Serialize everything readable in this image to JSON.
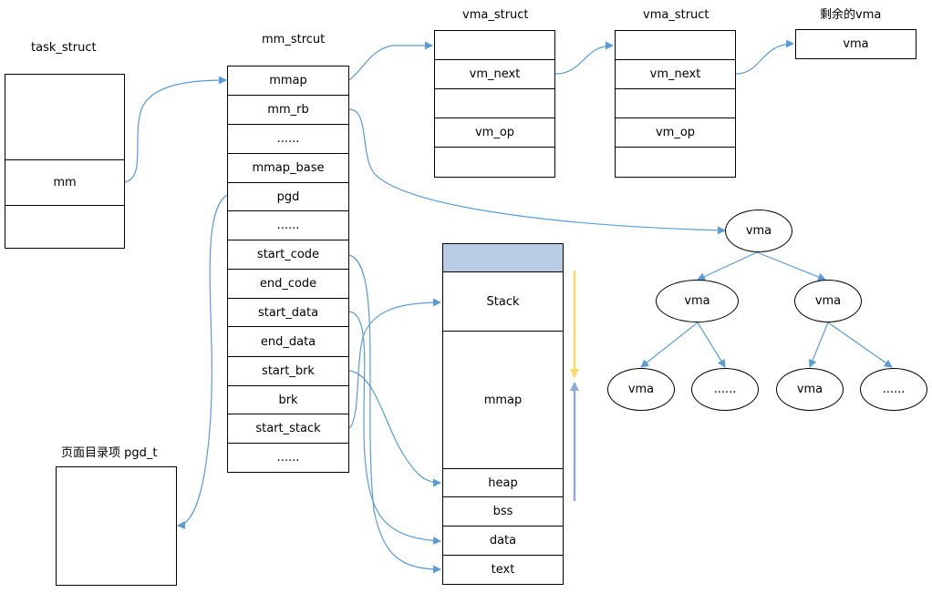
{
  "task_struct": {
    "title": "task_struct",
    "mm": "mm"
  },
  "mm_struct": {
    "title": "mm_strcut",
    "fields": [
      "mmap",
      "mm_rb",
      "......",
      "mmap_base",
      "pgd",
      "......",
      "start_code",
      "end_code",
      "start_data",
      "end_data",
      "start_brk",
      "brk",
      "start_stack",
      "......"
    ]
  },
  "vma_struct_1": {
    "title": "vma_struct",
    "vm_next": "vm_next",
    "vm_op": "vm_op"
  },
  "vma_struct_2": {
    "title": "vma_struct",
    "vm_next": "vm_next",
    "vm_op": "vm_op"
  },
  "remaining": {
    "title": "剩余的vma",
    "vma": "vma"
  },
  "pgd_t": {
    "title": "页面目录项 pgd_t"
  },
  "memory_layout": {
    "segments": [
      "Stack",
      "mmap",
      "heap",
      "bss",
      "data",
      "text"
    ],
    "top_color": "#b8cce4"
  },
  "rb_tree": {
    "root": "vma",
    "left": "vma",
    "right": "vma",
    "left_left": "vma",
    "left_right": "......",
    "right_left": "vma",
    "right_right": "......"
  },
  "colors": {
    "arrow": "#5b9bd5",
    "down_arrow": "#ffd966",
    "up_arrow": "#8ea9db"
  }
}
